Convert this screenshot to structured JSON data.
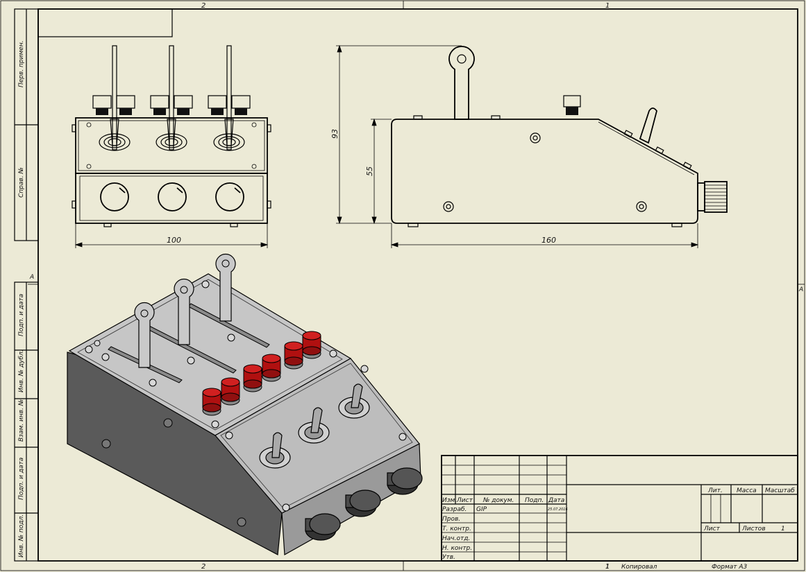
{
  "frame": {
    "zone_top_left": "2",
    "zone_top_right": "1",
    "zone_bottom_left": "2",
    "zone_bottom_right": "1",
    "zone_left": "A",
    "zone_right": "A"
  },
  "side_strip": {
    "perv_primen": "Перв. примен.",
    "sprav_no": "Справ. №",
    "podp_data_1": "Подп. и дата",
    "inv_dubl": "Инв. № дубл.",
    "vzam_inv": "Взам. инв. №",
    "podp_data_2": "Подп. и дата",
    "inv_podl": "Инв. № подл."
  },
  "dimensions": {
    "front_width": "100",
    "side_length": "160",
    "side_height_total": "93",
    "side_height_body": "55"
  },
  "title_block": {
    "col_izm": "Изм.",
    "col_list": "Лист",
    "col_doc": "№ докум.",
    "col_podp": "Подп.",
    "col_data": "Дата",
    "row_razrab": "Разраб.",
    "razrab_name": "GIP",
    "razrab_date": "25.07.2016",
    "row_prov": "Пров.",
    "row_tkontr": "Т. контр.",
    "row_nachotd": "Нач.отд.",
    "row_nkontr": "Н. контр.",
    "row_utv": "Утв.",
    "lit": "Лит.",
    "massa": "Масса",
    "masshtab": "Масштаб",
    "list": "Лист",
    "listov": "Листов",
    "listov_value": "1"
  },
  "footer": {
    "copied": "Копировал",
    "format": "Формат А3",
    "sheet_no": "1"
  },
  "colors": {
    "paper": "#ecead6",
    "body_light": "#c9c9c9",
    "body_dark": "#5f5f5f",
    "button_red": "#c01010"
  }
}
